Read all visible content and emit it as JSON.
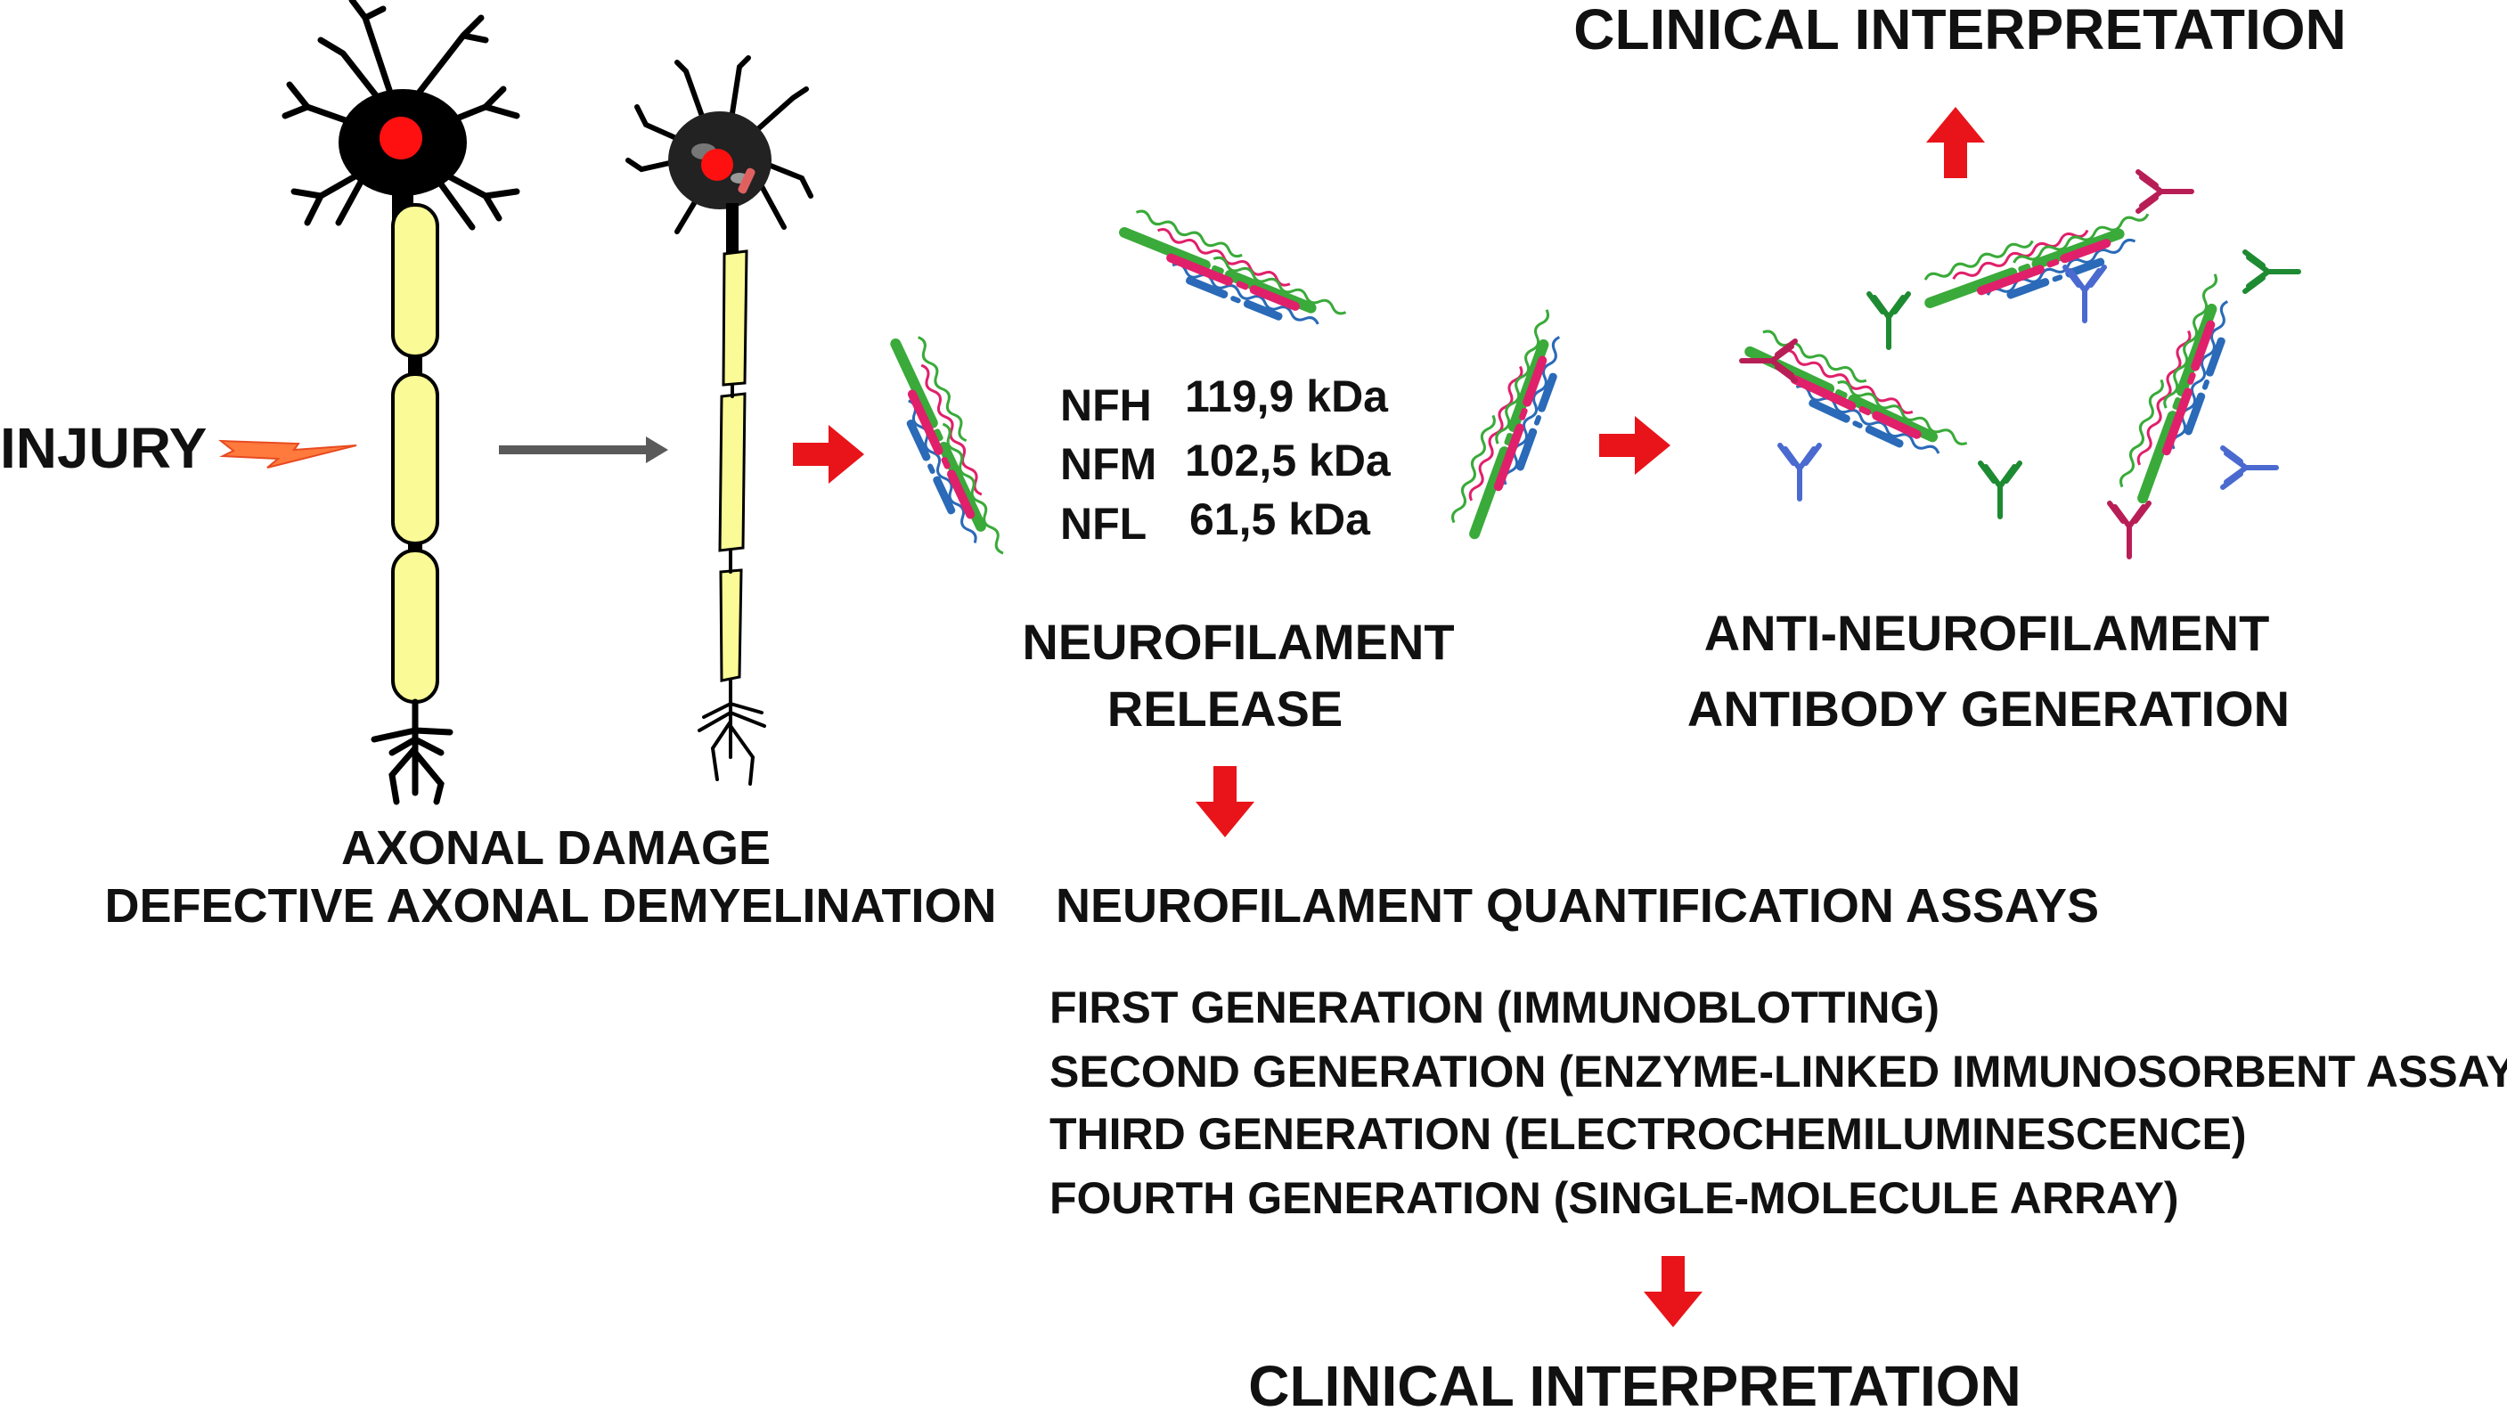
{
  "labels": {
    "injury": "INJURY",
    "axonal_damage": "AXONAL DAMAGE",
    "defective_demyelination": "DEFECTIVE AXONAL DEMYELINATION",
    "nf_release_line1": "NEUROFILAMENT",
    "nf_release_line2": "RELEASE",
    "antibody_line1": "ANTI-NEUROFILAMENT",
    "antibody_line2": "ANTIBODY GENERATION",
    "clinical_top": "CLINICAL INTERPRETATION",
    "clinical_bottom": "CLINICAL INTERPRETATION",
    "assays_title": "NEUROFILAMENT QUANTIFICATION ASSAYS"
  },
  "subunits": [
    {
      "name": "NFH",
      "weight": "119,9 kDa"
    },
    {
      "name": "NFM",
      "weight": "102,5 kDa"
    },
    {
      "name": "NFL",
      "weight": "61,5 kDa"
    }
  ],
  "assays": [
    "FIRST GENERATION (IMMUNOBLOTTING)",
    "SECOND GENERATION (ENZYME-LINKED IMMUNOSORBENT ASSAY)",
    "THIRD GENERATION (ELECTROCHEMILUMINESCENCE)",
    "FOURTH GENERATION (SINGLE-MOLECULE ARRAY)"
  ],
  "colors": {
    "arrow_red": "#e8141a",
    "arrow_gray": "#5a5a5a",
    "axon_yellow": "#fafa96",
    "nucleus_red": "#ff1010",
    "nfh_green": "#3aaa3a",
    "nfm_pink": "#e0206a",
    "nfl_blue": "#2a6ab8",
    "antibody_crimson": "#b81e56",
    "antibody_green": "#1e8a32",
    "antibody_blue": "#4a6ad0"
  }
}
